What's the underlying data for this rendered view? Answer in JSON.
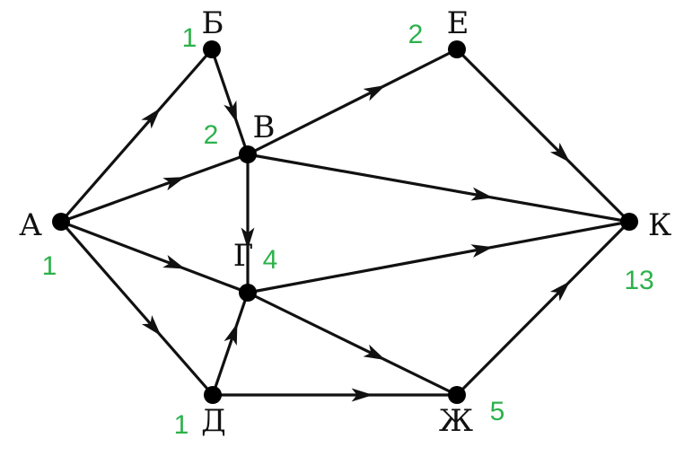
{
  "colors": {
    "ink": "#111111",
    "count": "#2db14b",
    "background": "#ffffff"
  },
  "nodes": [
    {
      "id": "A",
      "label": "А",
      "count": "1"
    },
    {
      "id": "B",
      "label": "Б",
      "count": "1"
    },
    {
      "id": "V",
      "label": "В",
      "count": "2"
    },
    {
      "id": "E",
      "label": "Е",
      "count": "2"
    },
    {
      "id": "G",
      "label": "Г",
      "count": "4"
    },
    {
      "id": "D",
      "label": "Д",
      "count": "1"
    },
    {
      "id": "Zh",
      "label": "Ж",
      "count": "5"
    },
    {
      "id": "K",
      "label": "К",
      "count": "13"
    }
  ],
  "edges": [
    {
      "from": "A",
      "to": "B"
    },
    {
      "from": "A",
      "to": "V"
    },
    {
      "from": "A",
      "to": "G"
    },
    {
      "from": "A",
      "to": "D"
    },
    {
      "from": "B",
      "to": "V"
    },
    {
      "from": "V",
      "to": "E"
    },
    {
      "from": "V",
      "to": "K"
    },
    {
      "from": "V",
      "to": "G"
    },
    {
      "from": "E",
      "to": "K"
    },
    {
      "from": "G",
      "to": "K"
    },
    {
      "from": "G",
      "to": "Zh"
    },
    {
      "from": "D",
      "to": "G"
    },
    {
      "from": "D",
      "to": "Zh"
    },
    {
      "from": "Zh",
      "to": "K"
    }
  ]
}
